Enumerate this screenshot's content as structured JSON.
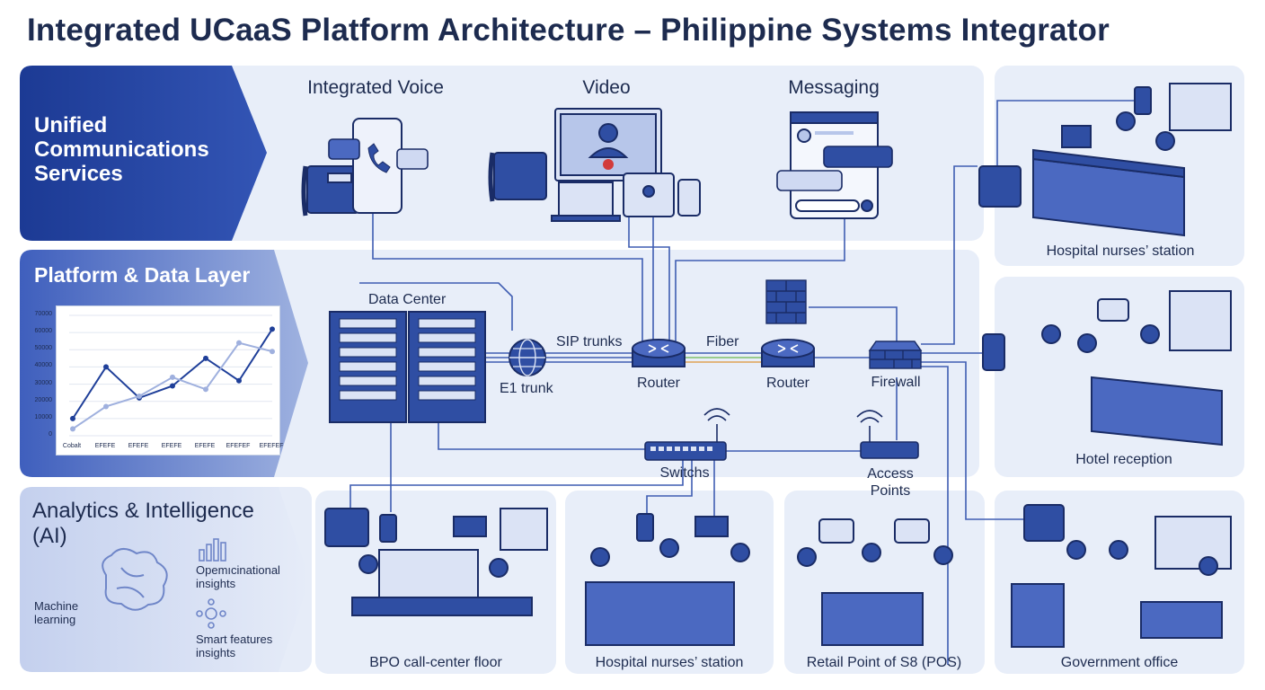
{
  "title": "Integrated UCaaS Platform Architecture – Philippine Systems Integrator",
  "bands": {
    "unified": [
      "Unified",
      "Communications",
      "Services"
    ],
    "platform": "Platform & Data Layer",
    "analytics": [
      "Analytics & Intelligence",
      "(AI)"
    ]
  },
  "services": {
    "voice": "Integrated Voice",
    "video": "Video",
    "messaging": "Messaging"
  },
  "network": {
    "data_center": "Data Center",
    "sip_trunks": "SIP trunks",
    "e1_trunk": "E1 trunk",
    "fiber": "Fiber",
    "router_1": "Router",
    "router_2": "Router",
    "firewall": "Firewall",
    "switchs": "Switchs",
    "access_points": [
      "Access",
      "Points"
    ]
  },
  "sites": {
    "hospital_top": "Hospital nurses’ station",
    "hotel": "Hotel reception",
    "bpo": "BPO call-center floor",
    "hospital_bottom": "Hospital nurses’ station",
    "retail": "Retail Point of S8 (POS)",
    "government": "Government office"
  },
  "ai": {
    "machine_learning": [
      "Machine",
      "learning"
    ],
    "insights_1": [
      "Opemıcinational",
      "insights"
    ],
    "insights_2": [
      "Smart features",
      "insights"
    ]
  },
  "chart_data": {
    "type": "line",
    "categories": [
      "Cobalt",
      "EFEFE",
      "EFEFE",
      "EFEFE",
      "EFEFE",
      "EFEFEF",
      "EFEFEF"
    ],
    "series": [
      {
        "values": [
          10000,
          40000,
          22000,
          29000,
          45000,
          32000,
          62000
        ],
        "color": "#1f3f99"
      },
      {
        "values": [
          4000,
          17000,
          23000,
          34000,
          27000,
          54000,
          49000
        ],
        "color": "#9fb0de"
      }
    ],
    "ylim": [
      0,
      70000
    ],
    "yticks": [
      "0",
      "10000",
      "20000",
      "30000",
      "40000",
      "50000",
      "60000",
      "70000"
    ],
    "grid": true
  },
  "colors": {
    "band_dark": "#1f3f99",
    "panel": "#e8eef9",
    "accent": "#2b4ba8",
    "line": "#4a64b0"
  }
}
